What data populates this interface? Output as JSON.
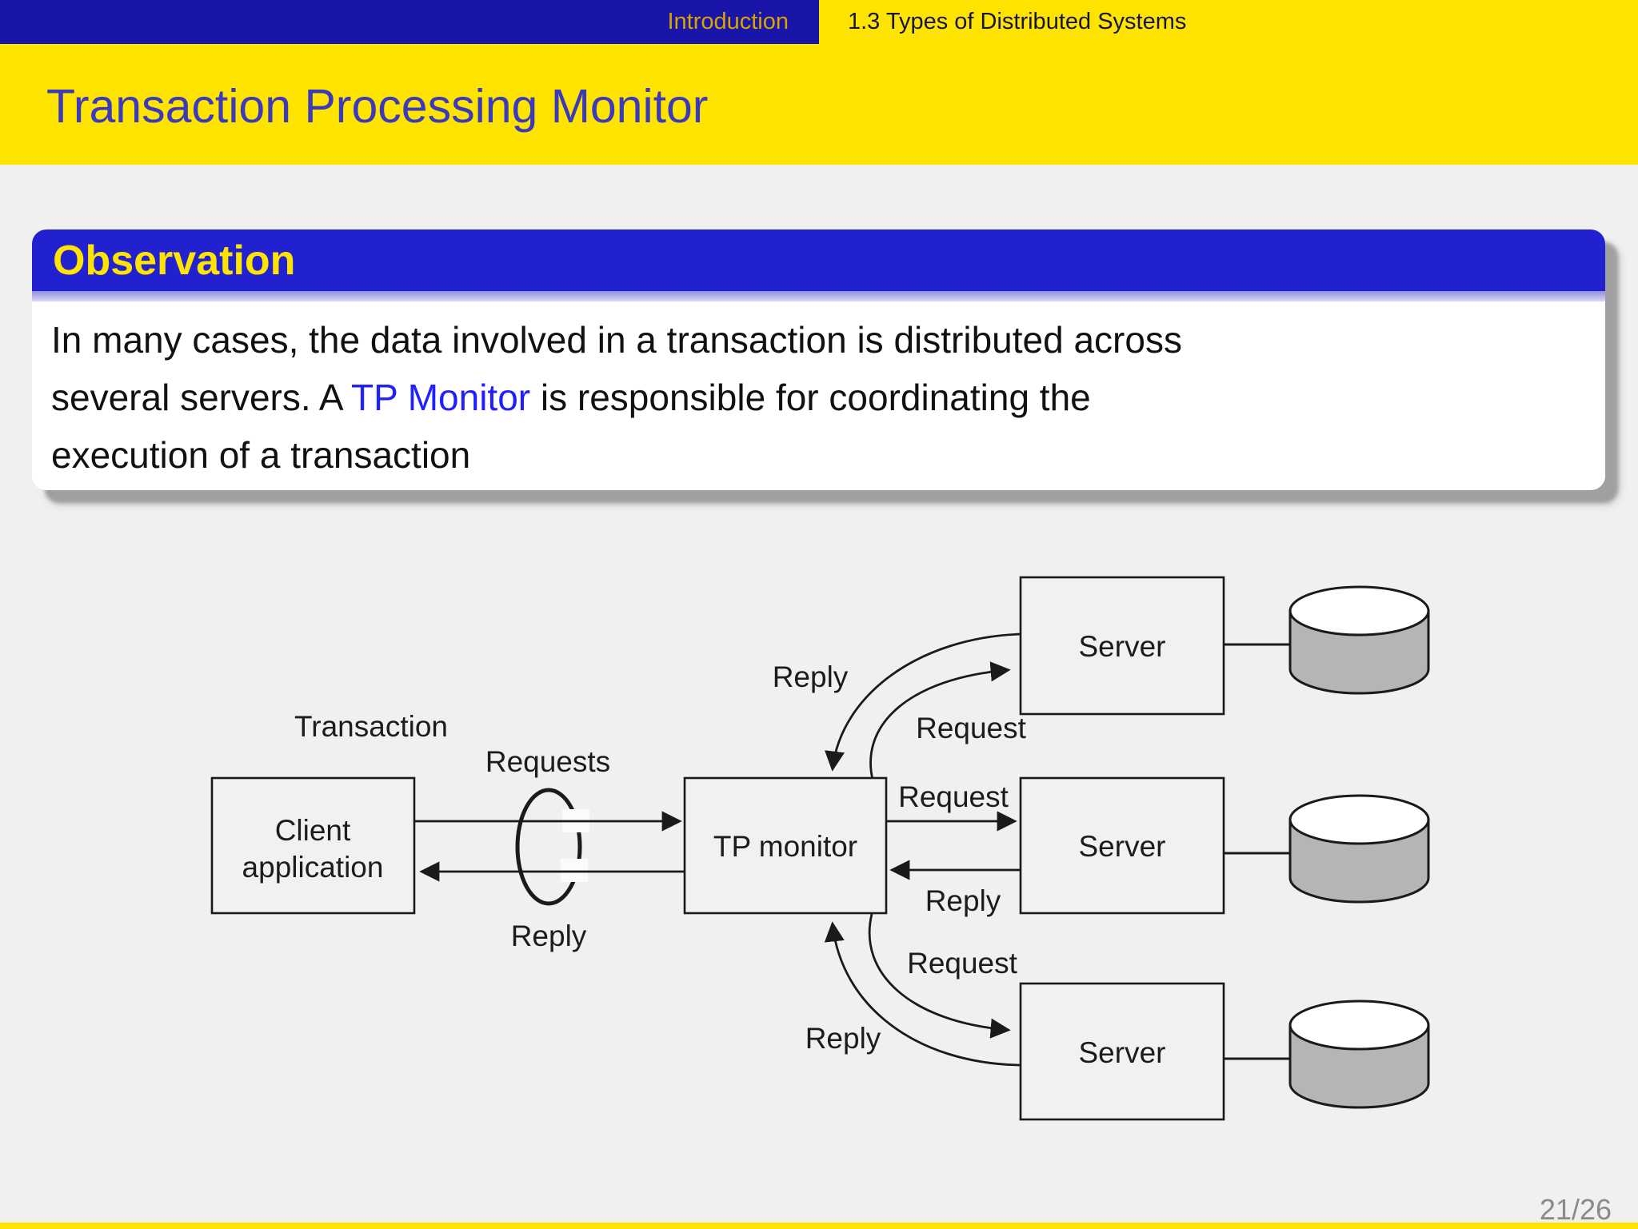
{
  "header": {
    "section": "Introduction",
    "subsection": "1.3 Types of Distributed Systems"
  },
  "title": "Transaction Processing Monitor",
  "observation": {
    "label": "Observation",
    "line1": "In many cases, the data involved in a transaction is distributed across",
    "line2_before": "several servers. A ",
    "line2_link": "TP Monitor",
    "line2_after": " is responsible for coordinating the",
    "line3": "execution of a transaction"
  },
  "diagram": {
    "client_box": {
      "line1": "Client",
      "line2": "application"
    },
    "tp_monitor_box": "TP monitor",
    "servers": [
      "Server",
      "Server",
      "Server"
    ],
    "labels": {
      "transaction": "Transaction",
      "requests": "Requests",
      "client_reply": "Reply",
      "top_reply": "Reply",
      "top_request": "Request",
      "mid_request": "Request",
      "mid_reply": "Reply",
      "bottom_request": "Request",
      "bottom_reply": "Reply"
    }
  },
  "footer": {
    "page": "21/26"
  },
  "colors": {
    "top_bar_blue": "#1815a8",
    "band_yellow": "#ffe400",
    "title_blue": "#3b3abb",
    "intro_gold": "#d9a400",
    "subsection_navy": "#16163f",
    "observation_header_blue": "#2121d0",
    "observation_label_yellow": "#ffe400",
    "link_blue": "#1f1fff",
    "background_gray": "#f0f0ee",
    "cylinder_gray": "#b5b5b5",
    "page_number_gray": "#8a8a8a"
  }
}
